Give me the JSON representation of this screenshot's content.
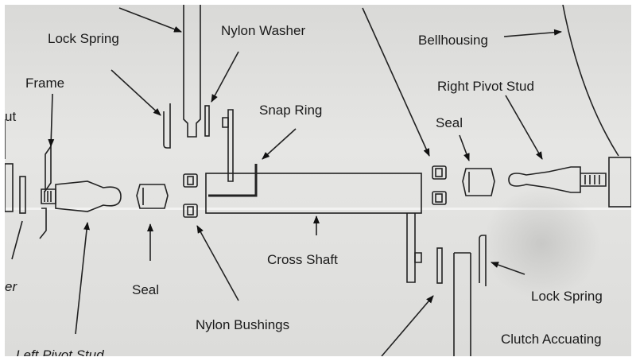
{
  "labels": {
    "lock_spring_top": "Lock Spring",
    "nylon_washer": "Nylon Washer",
    "bellhousing": "Bellhousing",
    "frame": "Frame",
    "right_pivot_stud": "Right Pivot Stud",
    "snap_ring": "Snap Ring",
    "seal_right": "Seal",
    "nut_partial": "ut",
    "washer_partial": "er",
    "seal_left": "Seal",
    "cross_shaft": "Cross Shaft",
    "nylon_bushings": "Nylon Bushings",
    "lock_spring_bottom": "Lock Spring",
    "clutch_actuating": "Clutch Accuating",
    "left_pivot_stud": "Left Pivot Stud"
  }
}
